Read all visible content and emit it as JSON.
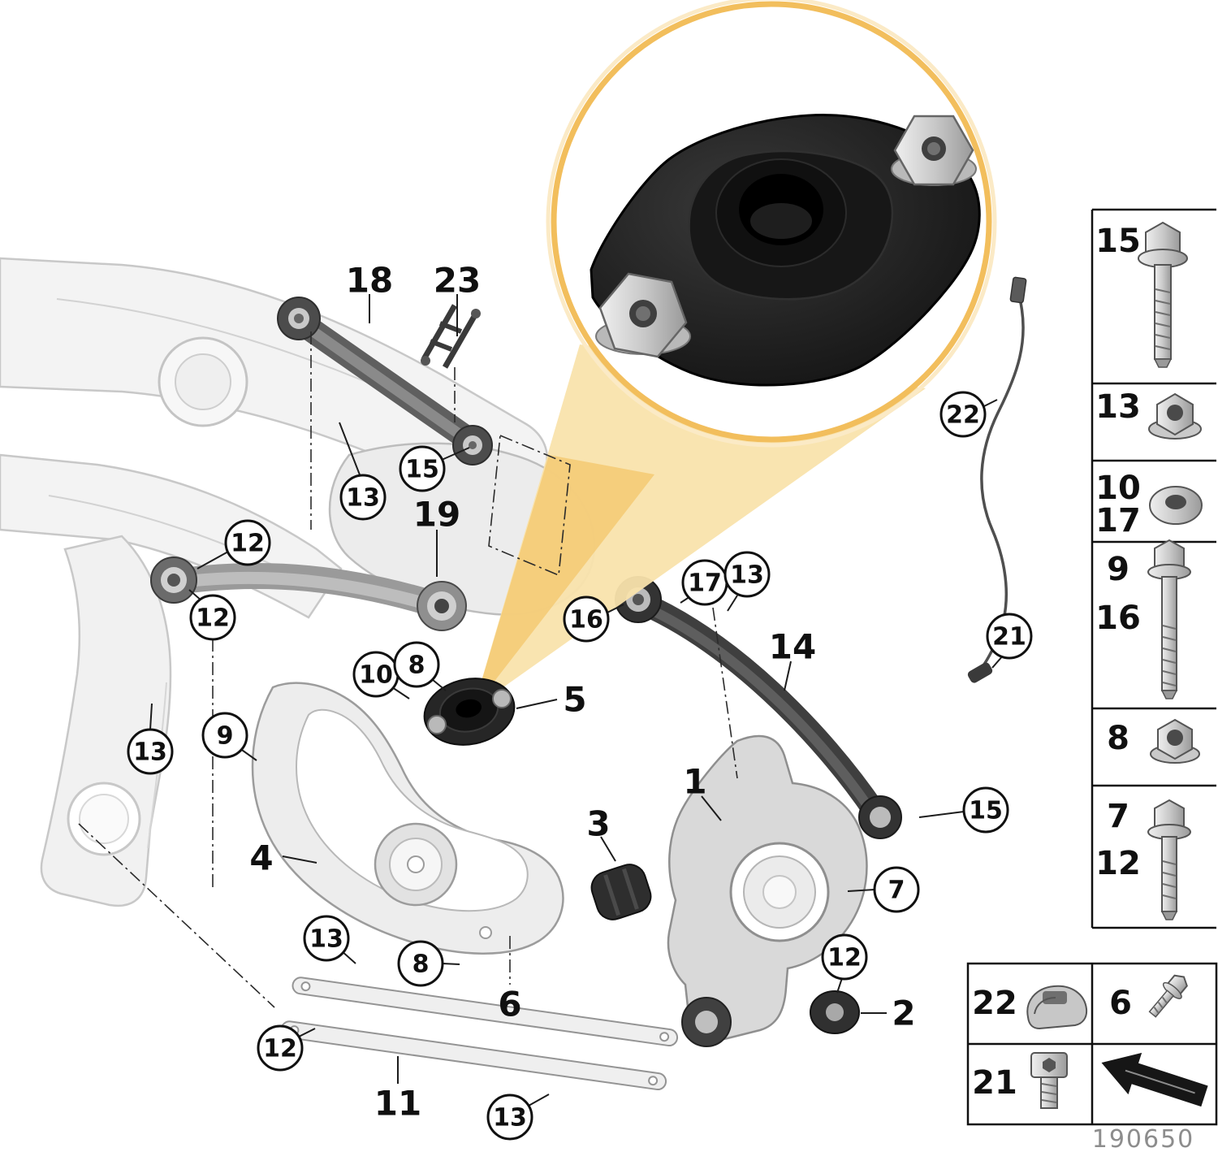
{
  "figure": {
    "code": "190650",
    "colors": {
      "ring": "#F2BE5C",
      "ring_soft": "#FBEAC6",
      "cone": "#F9E3AC",
      "cone_deep": "#F3C567"
    }
  },
  "inset": {
    "part": "shock-mount-detail",
    "left_nut": "hex-flange-nut",
    "right_nut": "hex-flange-nut"
  },
  "labels": {
    "plain": {
      "p18": "18",
      "p23": "23",
      "p19": "19",
      "p5": "5",
      "p4": "4",
      "p3": "3",
      "p1": "1",
      "p14": "14",
      "p2": "2",
      "p6": "6",
      "p11": "11"
    },
    "circled": {
      "c15_arm18": "15",
      "c13_arm18": "13",
      "c12_arm19_upper": "12",
      "c12_arm19_lower": "12",
      "c13_subframe": "13",
      "c9_subframe": "9",
      "c10_mount": "10",
      "c8_mount": "8",
      "c16_arm14": "16",
      "c17_arm14": "17",
      "c13_arm14": "13",
      "c22_sensor": "22",
      "c21_sensor": "21",
      "c15_arm14_outer": "15",
      "c7_knuckle": "7",
      "c12_bushing": "12",
      "c13_arm4": "13",
      "c8_arm4": "8",
      "c12_bar": "12",
      "c13_bar": "13"
    }
  },
  "parts_table": {
    "r15": "15",
    "r13": "13",
    "r10": "10",
    "r17": "17",
    "r9": "9",
    "r16": "16",
    "r8": "8",
    "r7": "7",
    "r12": "12",
    "r22": "22",
    "r21": "21",
    "r6": "6",
    "icons": {
      "r15": "hex-flange-bolt",
      "r13": "hex-flange-nut",
      "r10_r17": "washer",
      "r9_r16": "hex-flange-bolt-long",
      "r8": "hex-flange-nut",
      "r7_r12": "hex-flange-bolt-medium",
      "r22": "cable-clip",
      "r21": "socket-head-screw",
      "r6": "small-screw",
      "bottom_right": "direction-arrow"
    }
  }
}
